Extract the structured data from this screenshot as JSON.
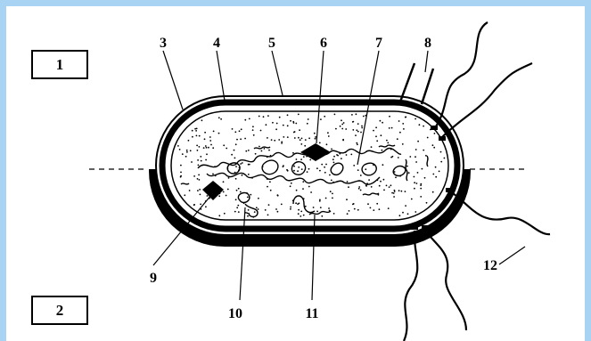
{
  "diagram": {
    "panel_labels": [
      "1",
      "2"
    ],
    "part_numbers": [
      "3",
      "4",
      "5",
      "6",
      "7",
      "8",
      "9",
      "10",
      "11",
      "12"
    ]
  },
  "colors": {
    "frame": "#a9d3f2",
    "background": "#ffffff",
    "ink": "#000000"
  }
}
